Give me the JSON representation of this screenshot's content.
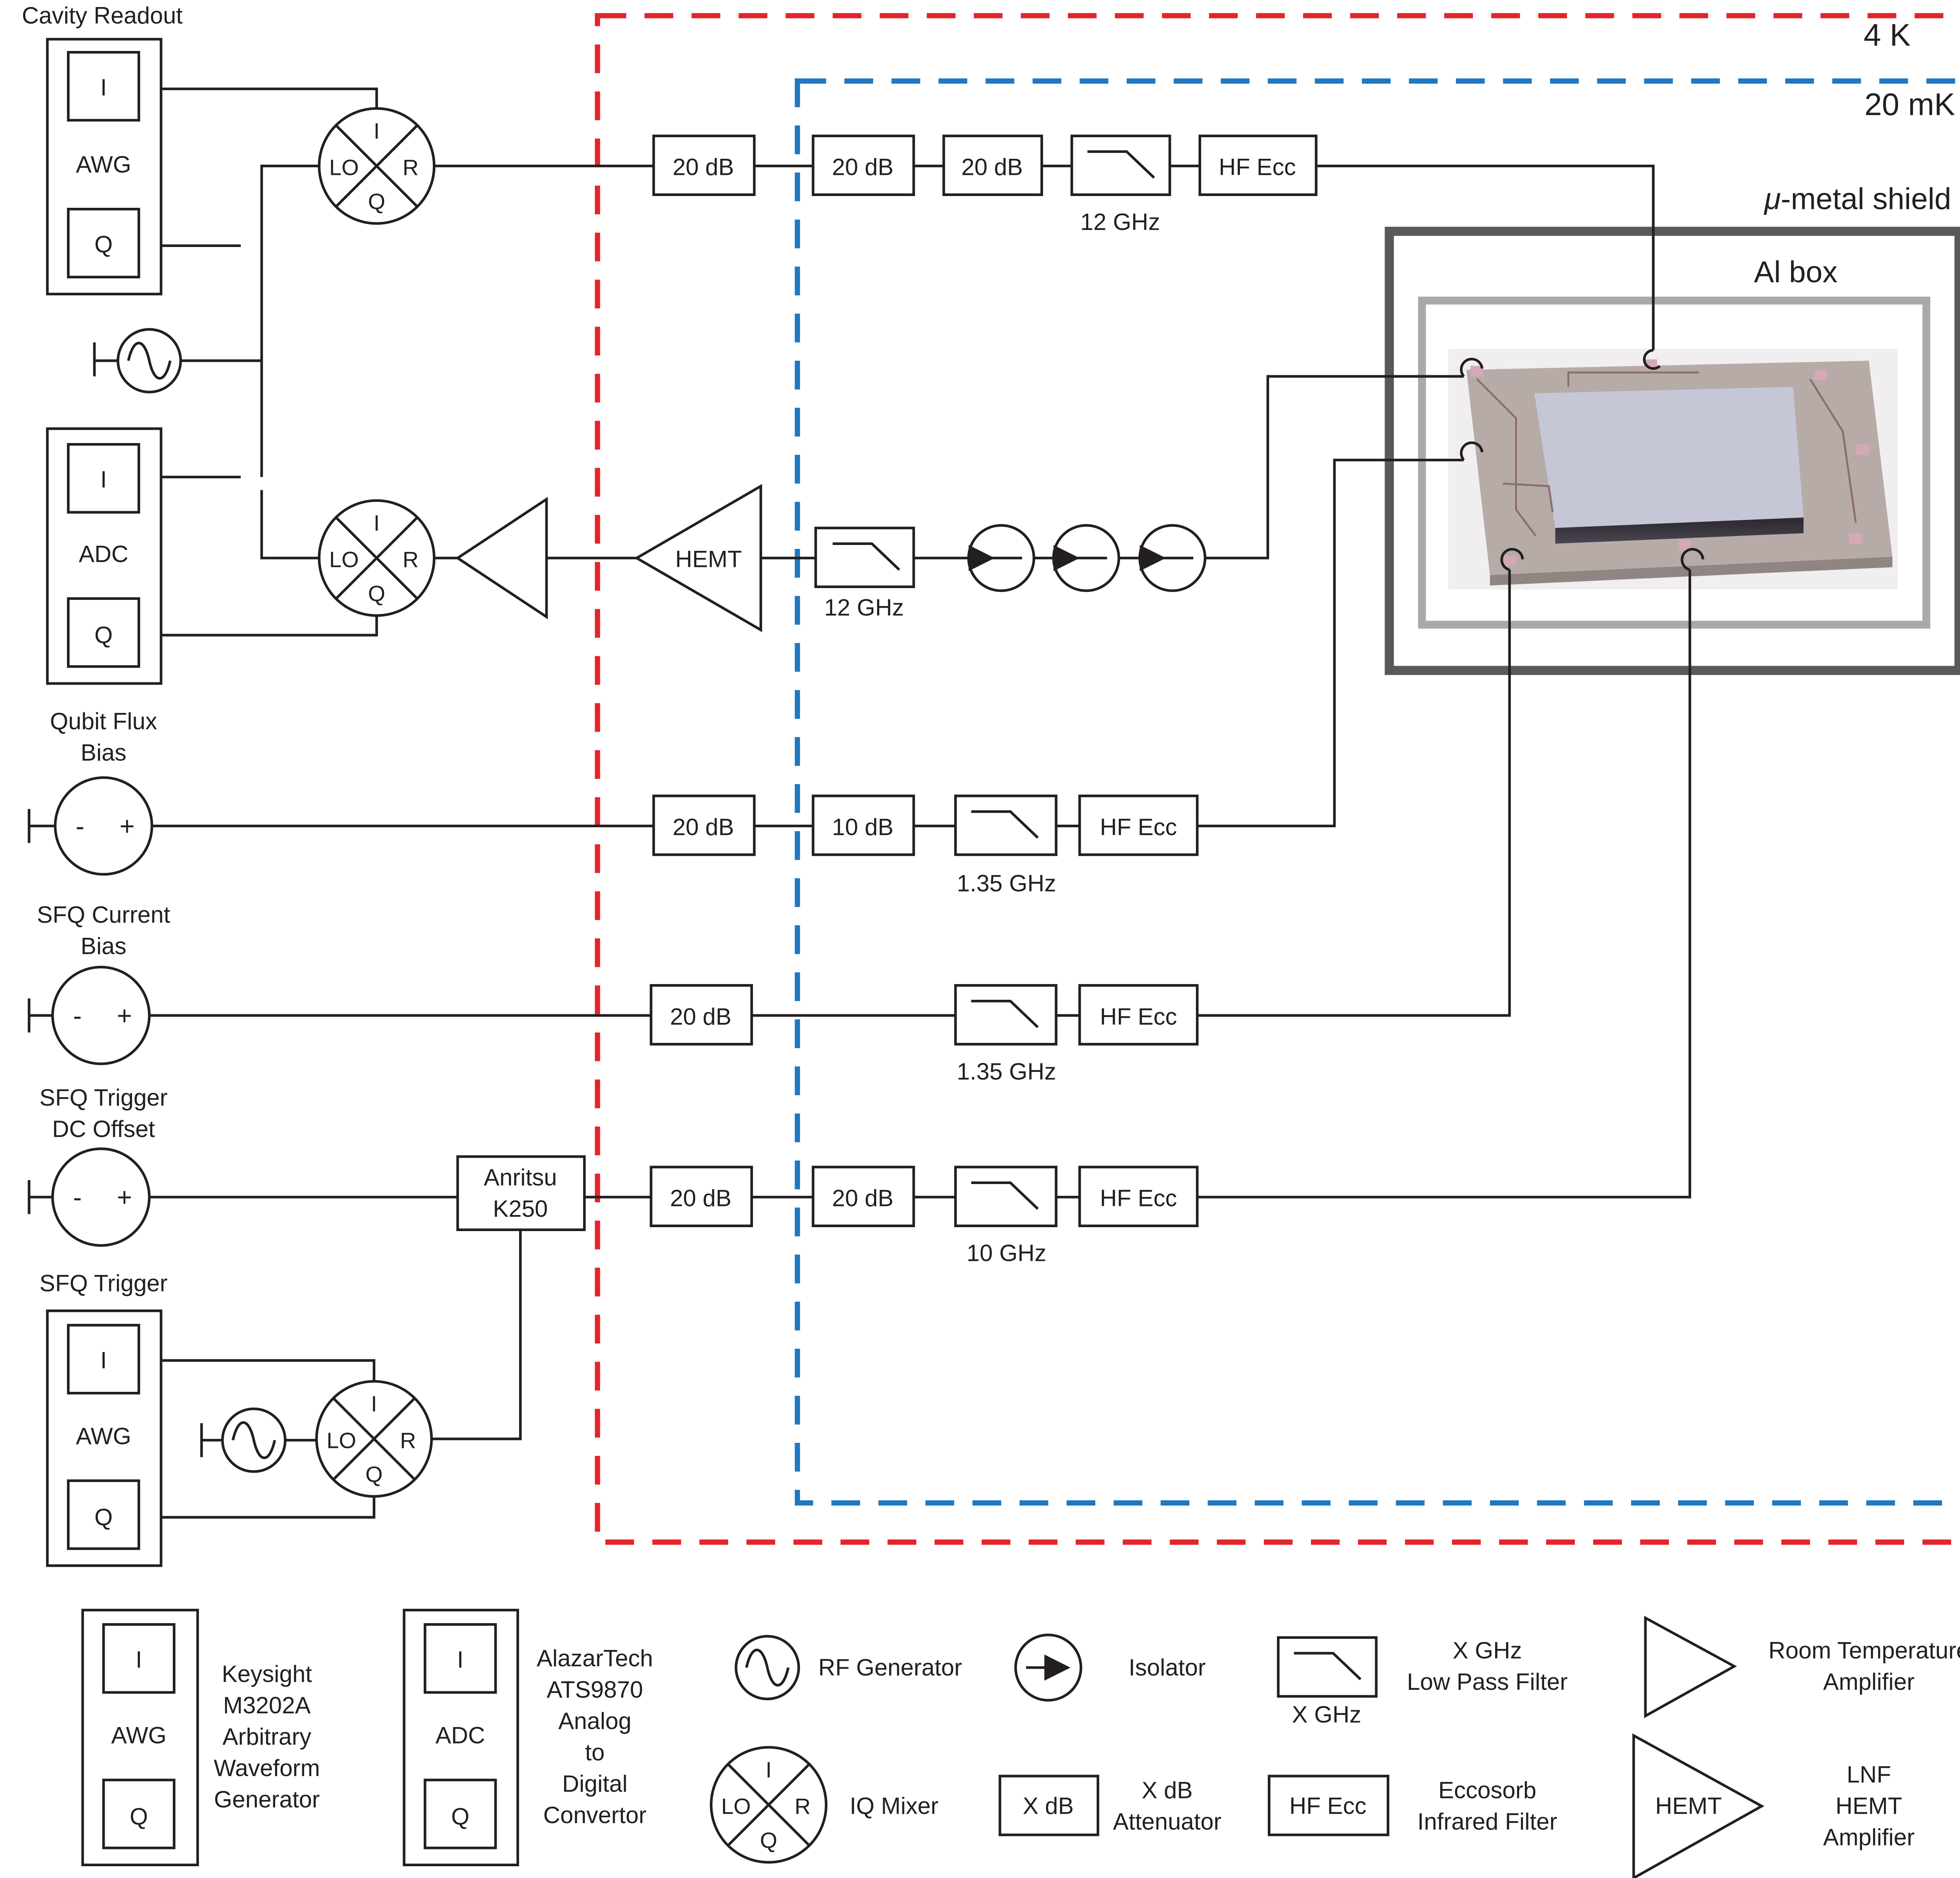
{
  "regions": {
    "four_k": "4 K",
    "twenty_mk": "20 mK",
    "mu_shield_greek": "μ",
    "mu_shield_rest": "-metal shield",
    "al_box": "Al box"
  },
  "colors": {
    "four_k_border": "#e3242b",
    "twenty_mk_border": "#1f78c1",
    "mu_shield": "#58595b",
    "al_box": "#a7a9ac",
    "line": "#231f20",
    "chip": "#b7aba8",
    "chip_top": "#c5c7d6"
  },
  "instruments": {
    "cavity_readout": "Cavity Readout",
    "awg": "AWG",
    "adc": "ADC",
    "i": "I",
    "q": "Q",
    "mixer_lo": "LO",
    "mixer_r": "R",
    "mixer_i": "I",
    "mixer_q": "Q",
    "qubit_flux_line1": "Qubit Flux",
    "qubit_flux_line2": "Bias",
    "sfq_current_line1": "SFQ Current",
    "sfq_current_line2": "Bias",
    "sfq_trigger_dc_line1": "SFQ Trigger",
    "sfq_trigger_dc_line2": "DC Offset",
    "sfq_trigger": "SFQ Trigger",
    "minus": "-",
    "plus": "+",
    "anritsu_line1": "Anritsu",
    "anritsu_line2": "K250",
    "hemt": "HEMT"
  },
  "lines": {
    "readout_in": {
      "att_4k": "20 dB",
      "att_mk1": "20 dB",
      "att_mk2": "20 dB",
      "lpf": "12 GHz",
      "ecc": "HF Ecc"
    },
    "readout_out": {
      "lpf": "12 GHz"
    },
    "qubit_flux": {
      "att_4k": "20 dB",
      "att_mk": "10 dB",
      "lpf": "1.35 GHz",
      "ecc": "HF Ecc"
    },
    "sfq_current": {
      "att_4k": "20 dB",
      "lpf": "1.35 GHz",
      "ecc": "HF Ecc"
    },
    "sfq_trigger": {
      "att_4k": "20 dB",
      "att_mk": "20 dB",
      "lpf": "10 GHz",
      "ecc": "HF Ecc"
    }
  },
  "legend": {
    "awg_name": "AWG",
    "awg_desc": [
      "Keysight",
      "M3202A",
      "Arbitrary",
      "Waveform",
      "Generator"
    ],
    "adc_name": "ADC",
    "adc_desc": [
      "AlazarTech",
      "ATS9870",
      "Analog",
      "to",
      "Digital",
      "Convertor"
    ],
    "i": "I",
    "q": "Q",
    "rf_generator": "RF Generator",
    "iq_mixer": "IQ Mixer",
    "mixer_lo": "LO",
    "mixer_r": "R",
    "mixer_i": "I",
    "mixer_q": "Q",
    "isolator": "Isolator",
    "attenuator_box": "X dB",
    "attenuator_desc": [
      "X dB",
      "Attenuator"
    ],
    "lpf_desc": [
      "X GHz",
      "Low Pass Filter"
    ],
    "lpf_label": "X GHz",
    "ecc_box": "HF Ecc",
    "ecc_desc": [
      "Eccosorb",
      "Infrared Filter"
    ],
    "rt_amp_desc": [
      "Room Temperature",
      "Amplifier"
    ],
    "hemt_box": "HEMT",
    "hemt_desc": [
      "LNF",
      "HEMT",
      "Amplifier"
    ]
  }
}
